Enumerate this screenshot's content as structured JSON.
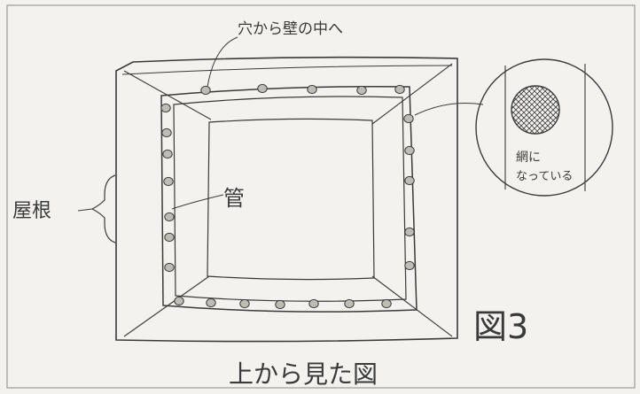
{
  "labels": {
    "top_note": "穴から壁の中へ",
    "roof": "屋根",
    "pipe": "管",
    "net_line1": "網に",
    "net_line2": "なっている",
    "figure_no": "図3",
    "caption": "上から見た図"
  },
  "colors": {
    "ink": "#3a3a3a",
    "paper": "#f3f2ee",
    "hole_fill": "#bdbdb5"
  }
}
